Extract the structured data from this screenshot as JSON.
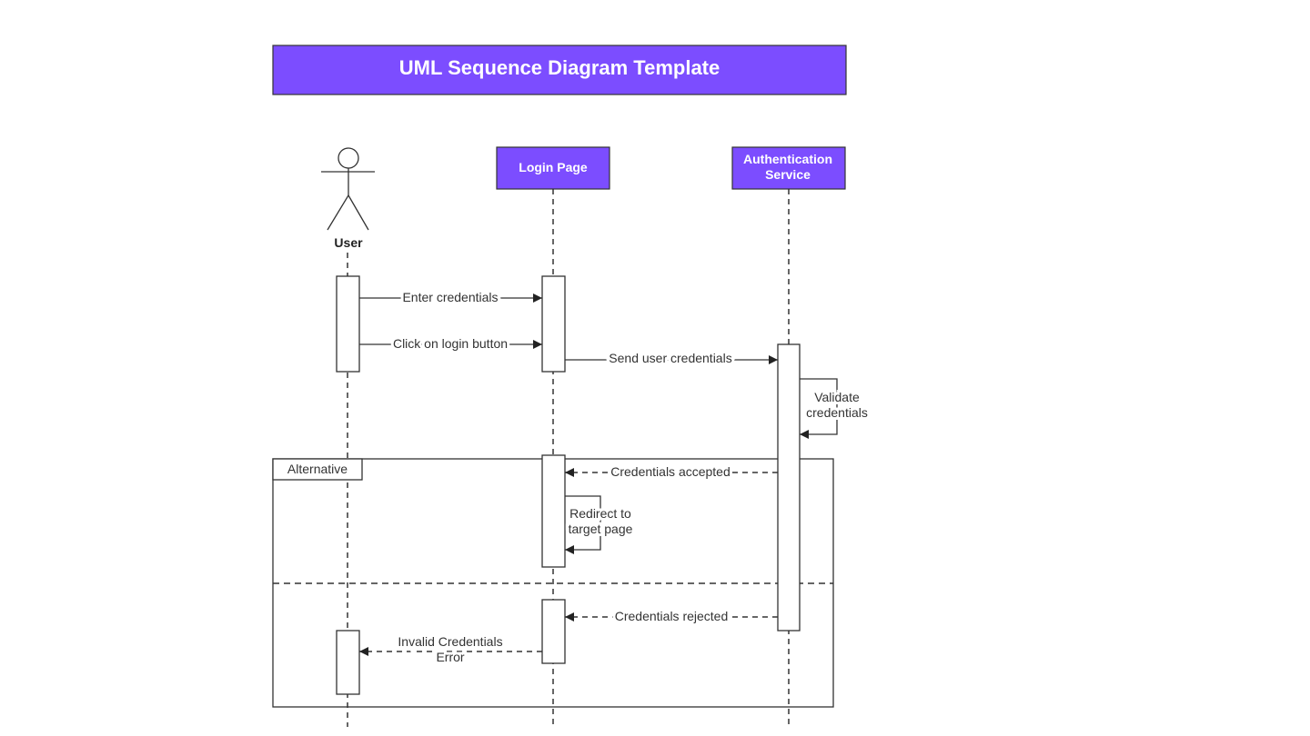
{
  "title": "UML Sequence Diagram Template",
  "colors": {
    "header_fill": "#7c4dff",
    "line": "#333333",
    "text": "#333333"
  },
  "participants": {
    "user": "User",
    "login_page": "Login Page",
    "auth_service_line1": "Authentication",
    "auth_service_line2": "Service"
  },
  "messages": {
    "enter_credentials": "Enter credentials",
    "click_login": "Click on login button",
    "send_credentials": "Send user credentials",
    "validate_line1": "Validate",
    "validate_line2": "credentials",
    "accepted": "Credentials accepted",
    "redirect_line1": "Redirect to",
    "redirect_line2": "target page",
    "rejected": "Credentials rejected",
    "invalid_line1": "Invalid Credentials",
    "invalid_line2": "Error"
  },
  "fragment": {
    "label": "Alternative"
  }
}
